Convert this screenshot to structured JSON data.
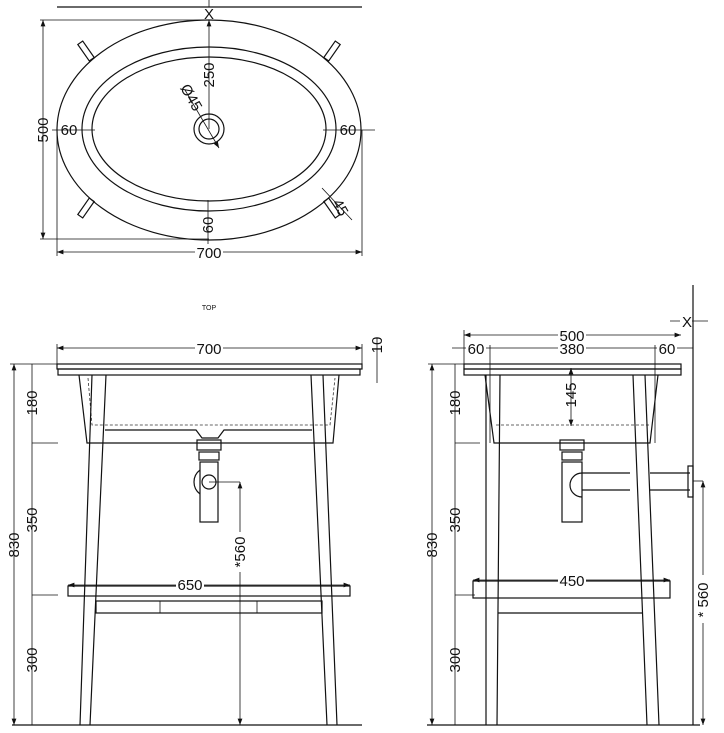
{
  "views": {
    "top_view": {
      "overall_width": "700",
      "overall_depth": "500",
      "rim_left": "60",
      "rim_right": "60",
      "rim_front": "60",
      "drain_offset": "250",
      "drain_diameter": "Ø45",
      "tab_width": "45",
      "wall_marker": "X"
    },
    "front_view": {
      "label": "TOP",
      "width": "700",
      "top_thickness": "10",
      "total_height": "830",
      "seg_top": "180",
      "seg_mid": "350",
      "seg_bottom": "300",
      "shelf_width": "650",
      "drain_height": "*560"
    },
    "side_view": {
      "depth": "500",
      "rim_left": "60",
      "bowl_depth": "380",
      "rim_right": "60",
      "bowl_height": "145",
      "wall_marker": "X",
      "total_height": "830",
      "seg_top": "180",
      "seg_mid": "350",
      "seg_bottom": "300",
      "shelf_width": "450",
      "drain_height": "* 560"
    }
  }
}
